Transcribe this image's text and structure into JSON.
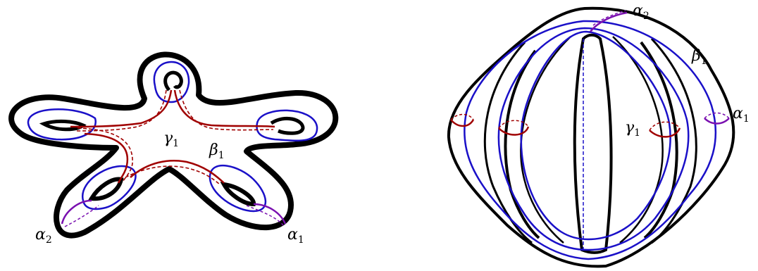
{
  "colors": {
    "outline": "#000000",
    "beta": "#1a10c8",
    "gamma": "#a00000",
    "alpha": "#7a10b0"
  },
  "left_figure": {
    "labels": {
      "alpha1": {
        "base": "α",
        "sub": "1"
      },
      "alpha2": {
        "base": "α",
        "sub": "2"
      },
      "beta1": {
        "base": "β",
        "sub": "1"
      },
      "gamma1": {
        "base": "γ",
        "sub": "1"
      }
    }
  },
  "right_figure": {
    "labels": {
      "alpha1": {
        "base": "α",
        "sub": "1"
      },
      "alpha2": {
        "base": "α",
        "sub": "2"
      },
      "beta1": {
        "base": "β",
        "sub": "1"
      },
      "gamma1": {
        "base": "γ",
        "sub": "1"
      }
    }
  }
}
